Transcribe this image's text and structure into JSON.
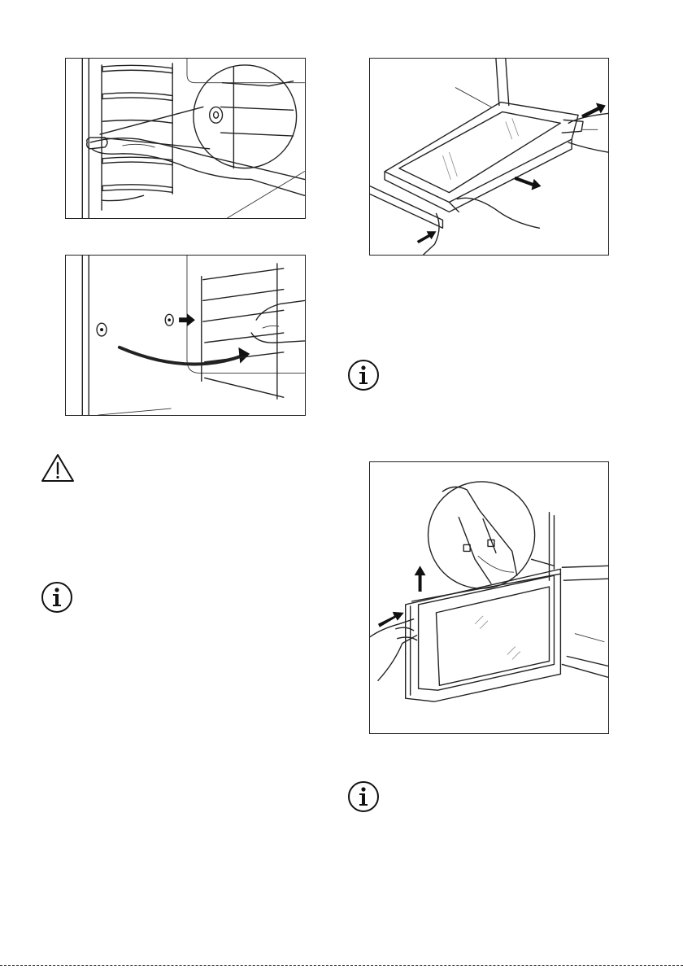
{
  "figures": [
    {
      "id": "fig-shelf-support-remove",
      "icon": "shelf-support-removal-illustration"
    },
    {
      "id": "fig-shelf-support-install",
      "icon": "shelf-support-installation-illustration"
    },
    {
      "id": "fig-glass-panel-remove",
      "icon": "door-glass-panel-removal-illustration"
    },
    {
      "id": "fig-door-trim-remove",
      "icon": "door-trim-removal-illustration"
    }
  ],
  "icons": {
    "warning": "warning-triangle-icon",
    "info": "information-circle-icon"
  },
  "colors": {
    "line": "#222222",
    "border": "#222222",
    "background": "#ffffff"
  }
}
